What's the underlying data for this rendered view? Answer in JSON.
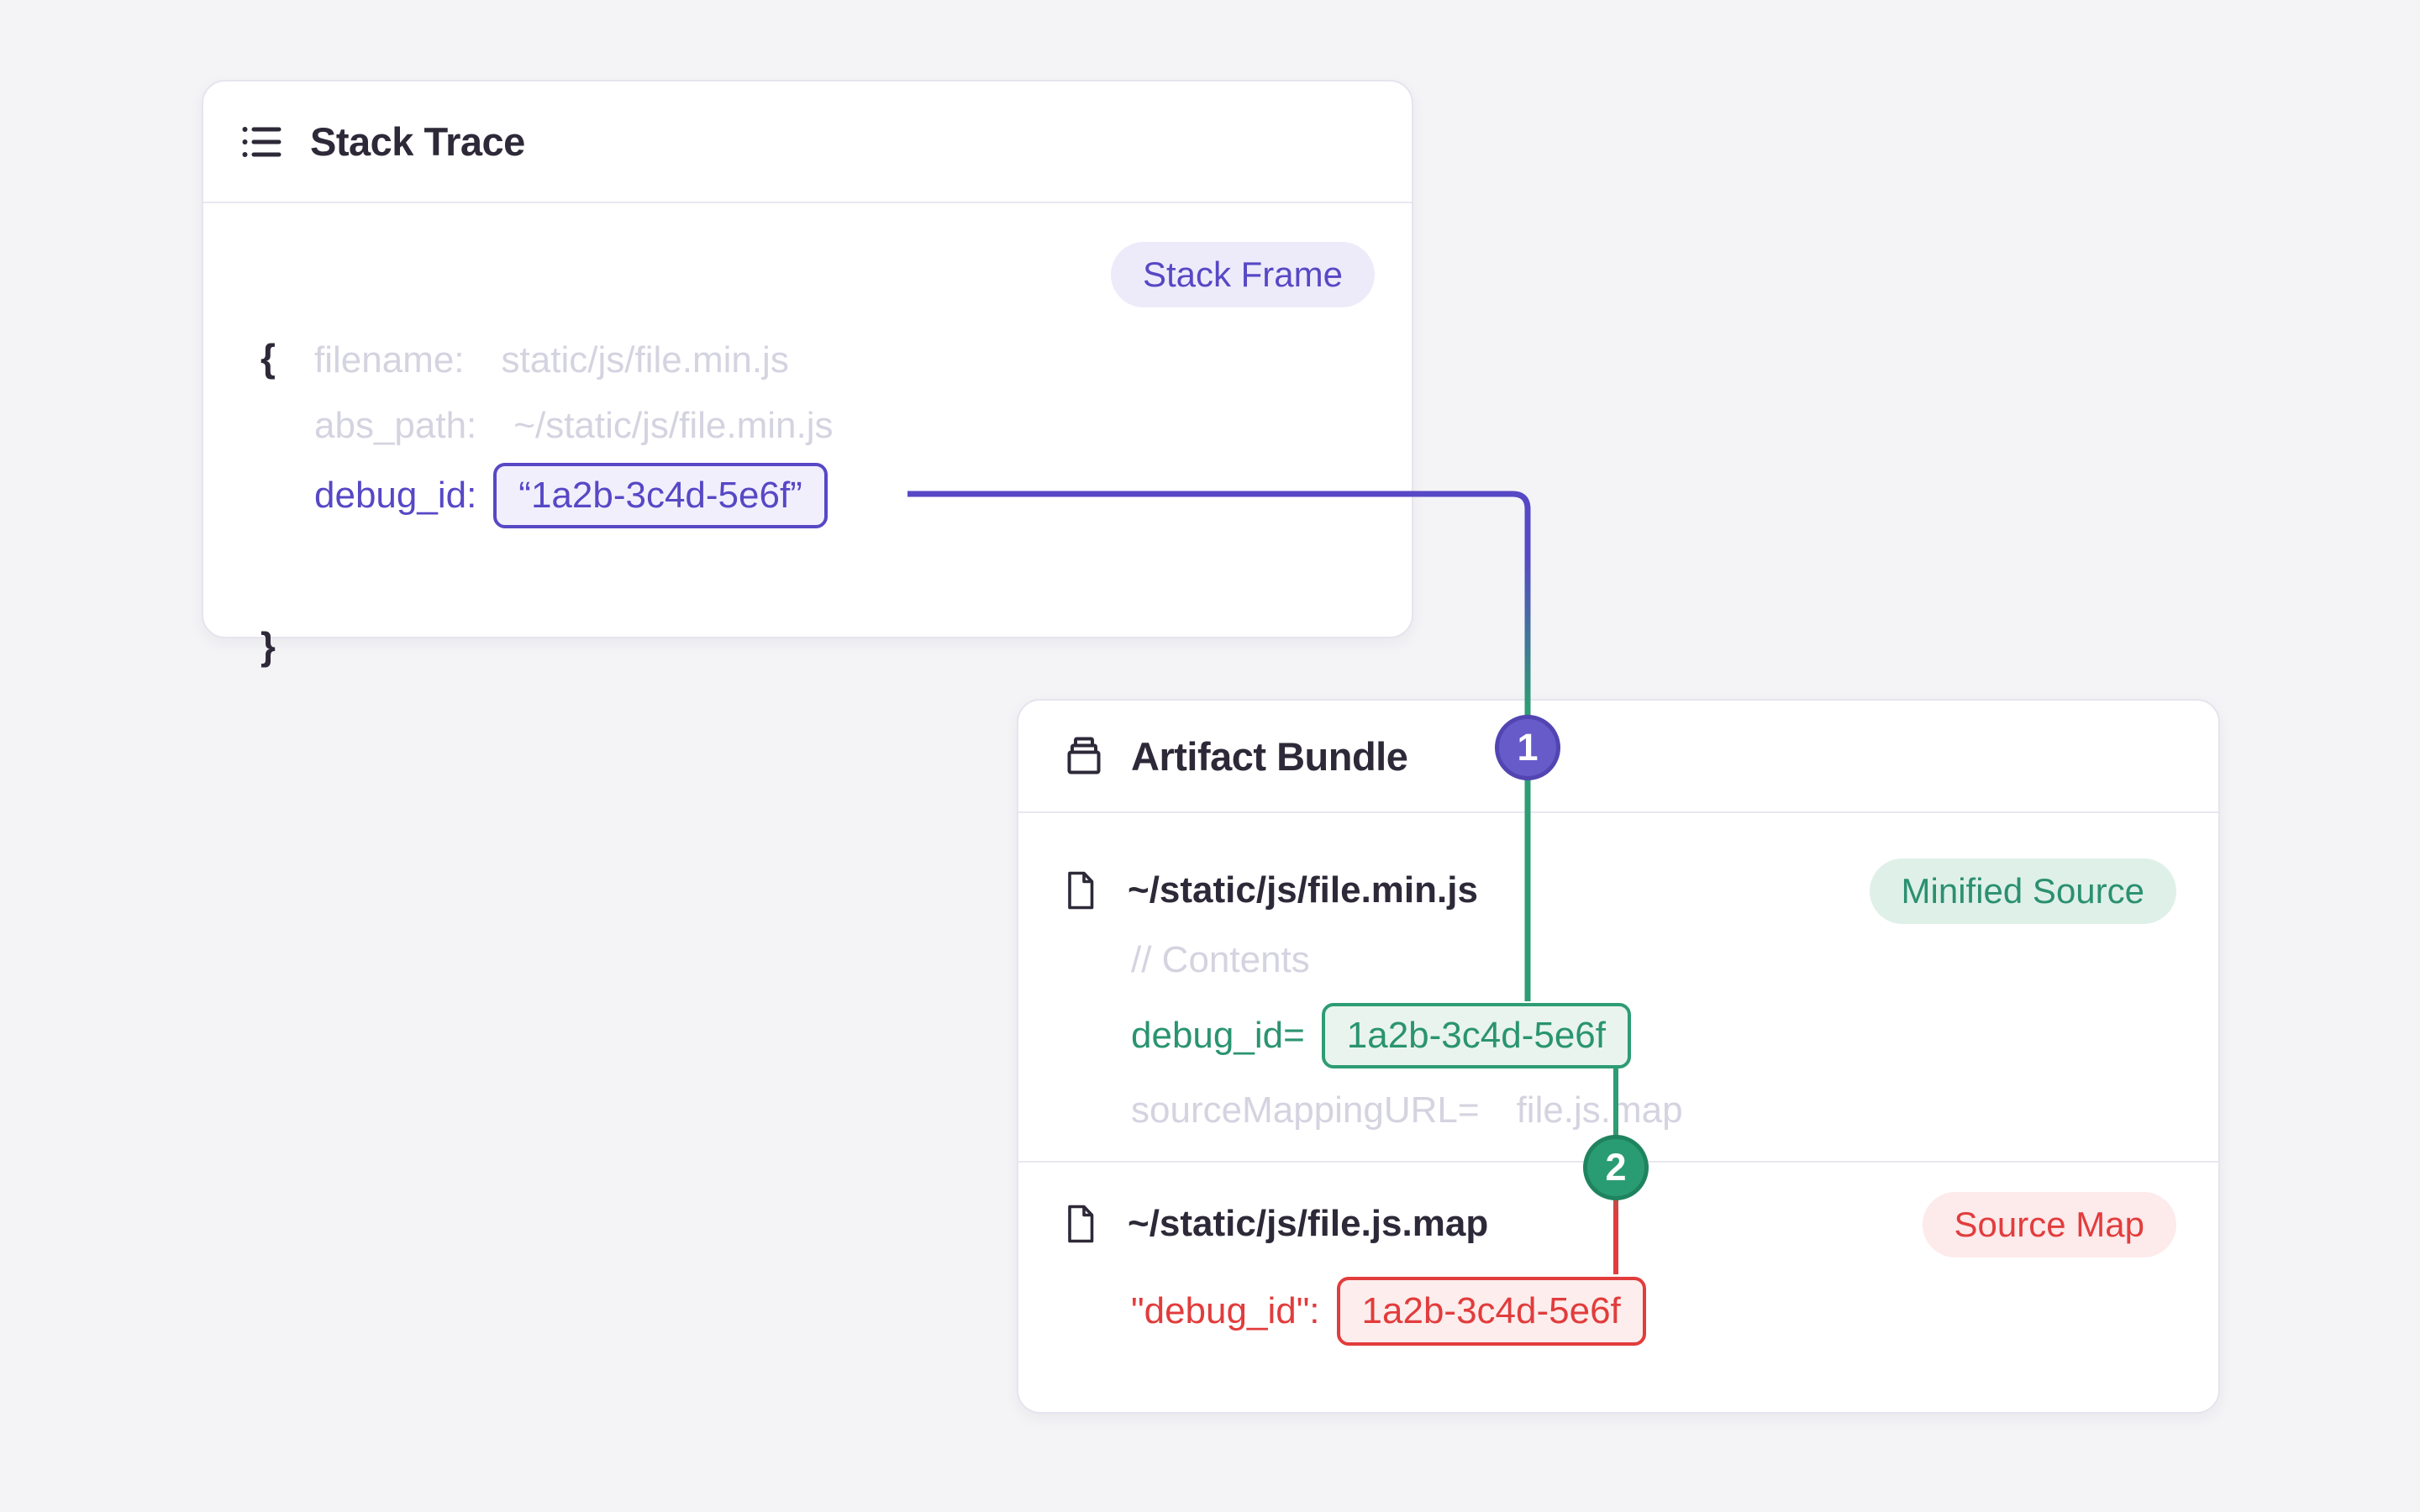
{
  "stack_trace": {
    "title": "Stack Trace",
    "badge": "Stack Frame",
    "open_brace": "{",
    "close_brace": "}",
    "fields": {
      "filename_key": "filename:",
      "filename_value": "static/js/file.min.js",
      "abs_path_key": "abs_path:",
      "abs_path_value": "~/static/js/file.min.js",
      "debug_id_key": "debug_id:",
      "debug_id_value": "“1a2b-3c4d-5e6f”"
    }
  },
  "artifact_bundle": {
    "title": "Artifact Bundle",
    "minified_file": {
      "path": "~/static/js/file.min.js",
      "badge": "Minified Source",
      "contents_comment": "// Contents",
      "debug_id_key": "debug_id=",
      "debug_id_value": "1a2b-3c4d-5e6f",
      "source_mapping_key": "sourceMappingURL=",
      "source_mapping_value": "file.js.map"
    },
    "source_map_file": {
      "path": "~/static/js/file.js.map",
      "badge": "Source Map",
      "debug_id_key": "\"debug_id\":",
      "debug_id_value": "1a2b-3c4d-5e6f"
    }
  },
  "connectors": {
    "marker_1": "1",
    "marker_2": "2"
  },
  "colors": {
    "purple_accent": "#5748c5",
    "green_accent": "#2e9c74",
    "red_accent": "#e23c3c",
    "muted_text": "#d4d3e0"
  }
}
